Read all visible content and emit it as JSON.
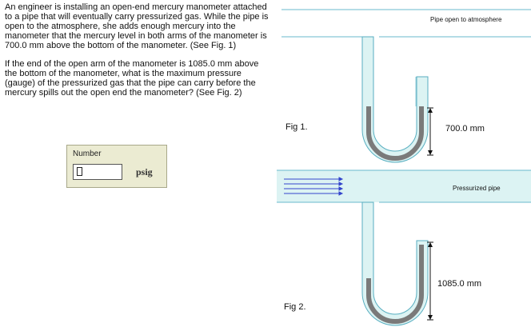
{
  "problem": {
    "paragraph1": "An engineer is installing an open-end mercury manometer attached to a pipe that will eventually carry pressurized gas. While the pipe is open to the atmosphere, she adds enough mercury into the manometer that the mercury level in both arms of the manometer is 700.0 mm above the bottom of the manometer. (See Fig. 1)",
    "paragraph2": "If the end of the open arm of the manometer is 1085.0 mm above the bottom of the manometer, what is the maximum pressure (gauge) of the pressurized gas that the pipe can carry before the mercury spills out the open end the manometer? (See Fig. 2)"
  },
  "answer": {
    "label": "Number",
    "value": "",
    "unit": "psig"
  },
  "figure1": {
    "caption": "Fig 1.",
    "pipe_label": "Pipe open to atmosphere",
    "dimension_label": "700.0 mm"
  },
  "figure2": {
    "caption": "Fig 2.",
    "pipe_label": "Pressurized pipe",
    "dimension_label": "1085.0 mm"
  },
  "colors": {
    "tube_fill": "#dcf3f3",
    "tube_outline": "#58aec0",
    "pipe_line": "#68b8cc",
    "mercury": "#7a7a7a",
    "flow_arrow": "#3344cc"
  }
}
